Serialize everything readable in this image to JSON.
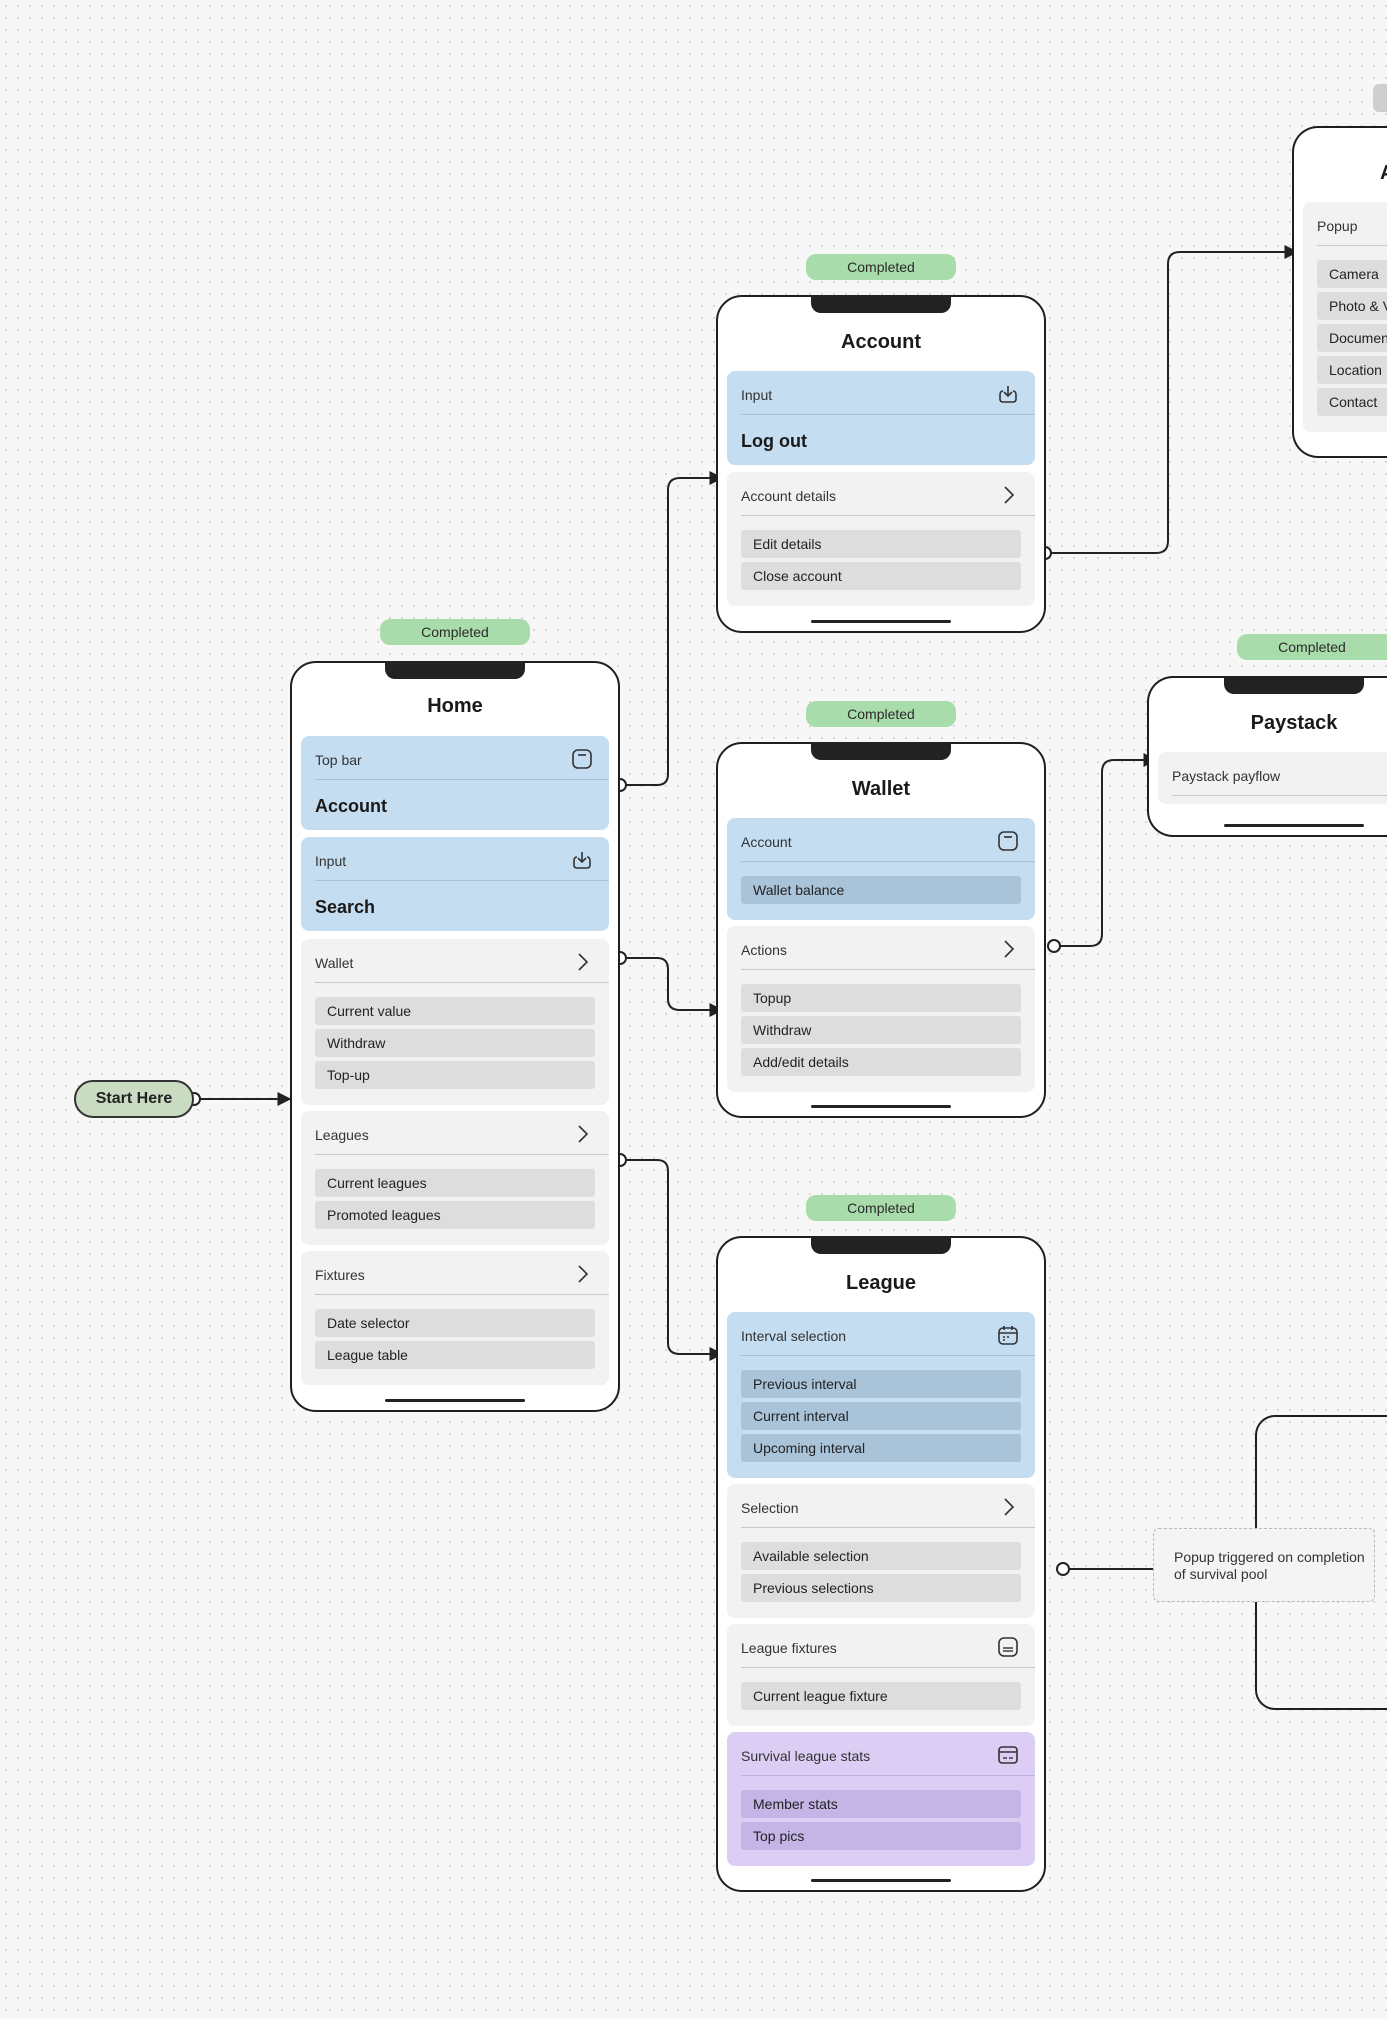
{
  "start_label": "Start Here",
  "note_text": "Popup triggered on completion of survival pool",
  "home": {
    "badge": "Completed",
    "title": "Home",
    "sections": {
      "topbar": {
        "label": "Top bar",
        "big": "Account",
        "icon": "square-icon"
      },
      "input": {
        "label": "Input",
        "big": "Search",
        "icon": "download-icon"
      },
      "wallet": {
        "label": "Wallet",
        "items": [
          "Current value",
          "Withdraw",
          "Top-up"
        ]
      },
      "leagues": {
        "label": "Leagues",
        "items": [
          "Current leagues",
          "Promoted leagues"
        ]
      },
      "fixtures": {
        "label": "Fixtures",
        "items": [
          "Date selector",
          "League table"
        ]
      }
    }
  },
  "account": {
    "badge": "Completed",
    "title": "Account",
    "sections": {
      "input": {
        "label": "Input",
        "big": "Log out",
        "icon": "download-icon"
      },
      "details": {
        "label": "Account details",
        "items": [
          "Edit details",
          "Close account"
        ]
      }
    }
  },
  "wallet": {
    "badge": "Completed",
    "title": "Wallet",
    "sections": {
      "account": {
        "label": "Account",
        "items": [
          "Wallet balance"
        ],
        "icon": "square-icon"
      },
      "actions": {
        "label": "Actions",
        "items": [
          "Topup",
          "Withdraw",
          "Add/edit details"
        ]
      }
    }
  },
  "league": {
    "badge": "Completed",
    "title": "League",
    "sections": {
      "interval": {
        "label": "Interval selection",
        "items": [
          "Previous interval",
          "Current interval",
          "Upcoming interval"
        ],
        "icon": "calendar-icon"
      },
      "selection": {
        "label": "Selection",
        "items": [
          "Available selection",
          "Previous selections"
        ]
      },
      "fixtures": {
        "label": "League fixtures",
        "items": [
          "Current league fixture"
        ],
        "icon": "list-icon"
      },
      "stats": {
        "label": "Survival league stats",
        "items": [
          "Member stats",
          "Top pics"
        ],
        "icon": "card-icon"
      }
    }
  },
  "paystack": {
    "badge": "Completed",
    "title": "Paystack",
    "sections": {
      "flow": {
        "label": "Paystack payflow"
      }
    }
  },
  "popup_screen": {
    "title": "A",
    "sections": {
      "popup": {
        "label": "Popup",
        "items": [
          "Camera",
          "Photo & V",
          "Documen",
          "Location",
          "Contact"
        ]
      }
    }
  },
  "colors": {
    "badge": "#a9dcab",
    "blue_section": "#c5ddf0",
    "purple_section": "#dccdf5",
    "gray_section": "#f2f2f2",
    "start_fill": "#c9dcc2"
  }
}
